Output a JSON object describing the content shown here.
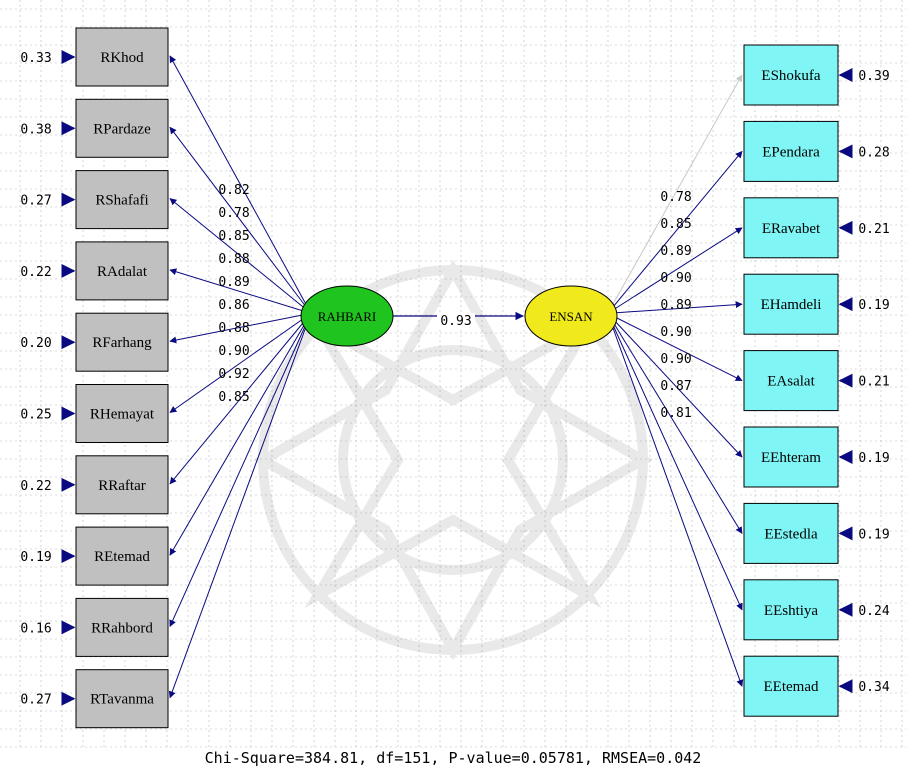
{
  "latent": {
    "left": {
      "name": "RAHBARI",
      "fill": "#1fc41f"
    },
    "right": {
      "name": "ENSAN",
      "fill": "#f0ea1c"
    },
    "path_coefficient": "0.93"
  },
  "left_indicators": [
    {
      "name": "RKhod",
      "loading": "0.82",
      "error": "0.33"
    },
    {
      "name": "RPardaze",
      "loading": "0.78",
      "error": "0.38"
    },
    {
      "name": "RShafafi",
      "loading": "0.85",
      "error": "0.27"
    },
    {
      "name": "RAdalat",
      "loading": "0.88",
      "error": "0.22"
    },
    {
      "name": "RFarhang",
      "loading": "0.89",
      "error": "0.20"
    },
    {
      "name": "RHemayat",
      "loading": "0.86",
      "error": "0.25"
    },
    {
      "name": "RRaftar",
      "loading": "0.88",
      "error": "0.22"
    },
    {
      "name": "REtemad",
      "loading": "0.90",
      "error": "0.19"
    },
    {
      "name": "RRahbord",
      "loading": "0.92",
      "error": "0.16"
    },
    {
      "name": "RTavanma",
      "loading": "0.85",
      "error": "0.27"
    }
  ],
  "right_indicators": [
    {
      "name": "EShokufa",
      "loading": "0.78",
      "error": "0.39"
    },
    {
      "name": "EPendara",
      "loading": "0.85",
      "error": "0.28"
    },
    {
      "name": "ERavabet",
      "loading": "0.89",
      "error": "0.21"
    },
    {
      "name": "EHamdeli",
      "loading": "0.90",
      "error": "0.19"
    },
    {
      "name": "EAsalat",
      "loading": "0.89",
      "error": "0.21"
    },
    {
      "name": "EEhteram",
      "loading": "0.90",
      "error": "0.19"
    },
    {
      "name": "EEstedla",
      "loading": "0.90",
      "error": "0.19"
    },
    {
      "name": "EEshtiya",
      "loading": "0.87",
      "error": "0.24"
    },
    {
      "name": "EEtemad",
      "loading": "0.81",
      "error": "0.34"
    }
  ],
  "fit_statistics": "Chi-Square=384.81, df=151, P-value=0.05781, RMSEA=0.042",
  "colors": {
    "left_box": "#c0c0c0",
    "right_box": "#7ff5f5",
    "arrow": "#0a0a80",
    "fixed_arrow": "#c8c8c8",
    "grid": "#b8b8b8"
  }
}
